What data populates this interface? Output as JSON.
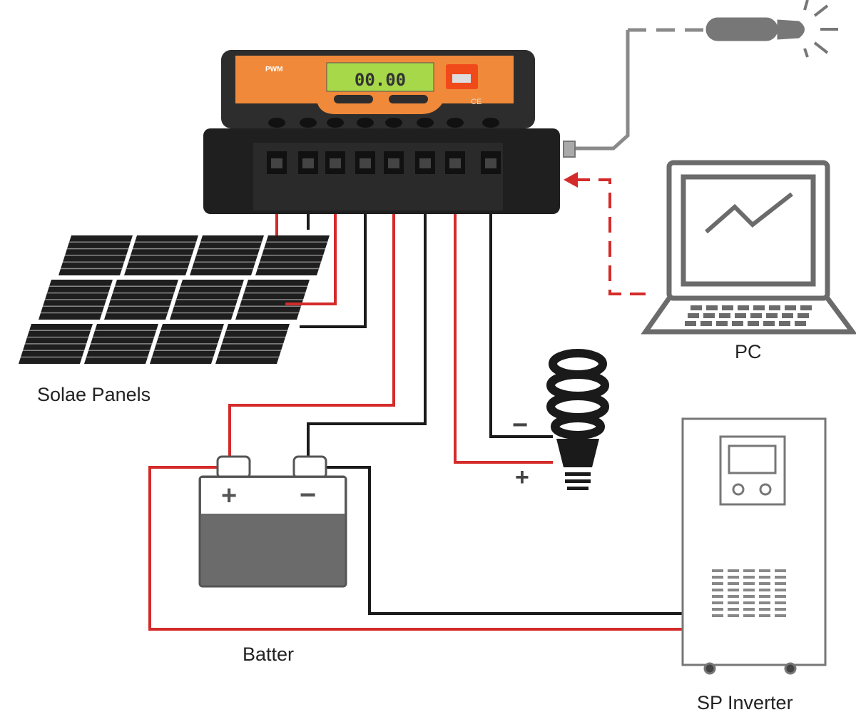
{
  "labels": {
    "solar_panels": "Solae Panels",
    "battery": "Batter",
    "pc": "PC",
    "inverter": "SP Inverter",
    "load_minus": "−",
    "load_plus": "+",
    "battery_plus": "+",
    "battery_minus": "−"
  },
  "controller": {
    "brand": "PWM",
    "lcd_reading": "00.00",
    "cert_mark": "CE"
  },
  "colors": {
    "positive_wire": "#d42a2a",
    "negative_wire": "#1a1a1a",
    "controller_accent": "#f0893a",
    "lcd": "#a6d84a",
    "icon_gray": "#6b6b6b"
  }
}
